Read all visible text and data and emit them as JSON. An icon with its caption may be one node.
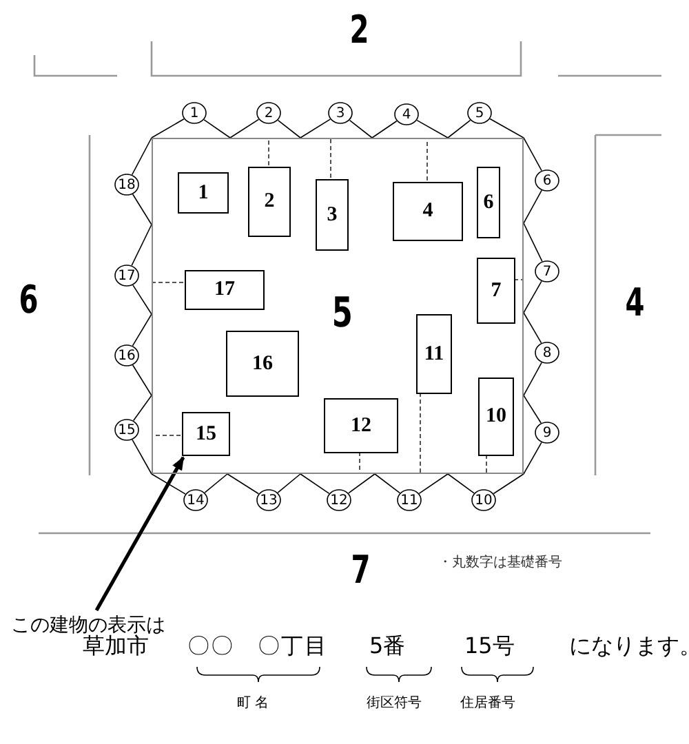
{
  "diagram": {
    "nodes": [
      {
        "text": [
          "5"
        ]
      },
      {
        "text": [
          "1"
        ],
        "in": 0
      },
      {
        "text": [
          "2"
        ],
        "in": 0
      },
      {
        "text": [
          "3"
        ],
        "in": 0
      },
      {
        "text": [
          "4"
        ],
        "in": 0
      },
      {
        "text": [
          "6"
        ],
        "in": 0
      },
      {
        "text": [
          "17"
        ],
        "in": 0
      },
      {
        "text": [
          "7"
        ],
        "in": 0
      },
      {
        "text": [
          "16"
        ],
        "in": 0
      },
      {
        "text": [
          "11"
        ],
        "in": 0
      },
      {
        "text": [
          "15"
        ],
        "in": 0
      },
      {
        "text": [
          "12"
        ],
        "in": 0
      },
      {
        "text": [
          "10"
        ],
        "in": 0
      },
      {
        "text": [
          "1"
        ]
      },
      {
        "text": [
          "2"
        ]
      },
      {
        "text": [
          "3"
        ]
      },
      {
        "text": [
          "4"
        ]
      },
      {
        "text": [
          "5"
        ]
      },
      {
        "text": [
          "6"
        ]
      },
      {
        "text": [
          "7"
        ]
      },
      {
        "text": [
          "8"
        ]
      },
      {
        "text": [
          "9"
        ]
      },
      {
        "text": [
          "10"
        ]
      },
      {
        "text": [
          "11"
        ]
      },
      {
        "text": [
          "12"
        ]
      },
      {
        "text": [
          "13"
        ]
      },
      {
        "text": [
          "14"
        ]
      },
      {
        "text": [
          "15"
        ]
      },
      {
        "text": [
          "16"
        ]
      },
      {
        "text": [
          "17"
        ]
      },
      {
        "text": [
          "18"
        ]
      },
      {
        "text": [
          "この建物の表示は"
        ]
      }
    ],
    "edges": [
      {
        "from": 13,
        "to": 0,
        "arrow": "none"
      },
      {
        "from": 13,
        "to": 0,
        "arrow": "none"
      },
      {
        "from": 14,
        "to": 0,
        "arrow": "none"
      },
      {
        "from": 14,
        "to": 0,
        "arrow": "none"
      },
      {
        "from": 15,
        "to": 0,
        "arrow": "none"
      },
      {
        "from": 15,
        "to": 0,
        "arrow": "none"
      },
      {
        "from": 16,
        "to": 0,
        "arrow": "none"
      },
      {
        "from": 16,
        "to": 0,
        "arrow": "none"
      },
      {
        "from": 17,
        "to": 0,
        "arrow": "none"
      },
      {
        "from": 17,
        "to": 0,
        "arrow": "none"
      },
      {
        "from": 18,
        "to": 0,
        "arrow": "none"
      },
      {
        "from": 18,
        "to": 0,
        "arrow": "none"
      },
      {
        "from": 19,
        "to": 0,
        "arrow": "none"
      },
      {
        "from": 19,
        "to": 0,
        "arrow": "none"
      },
      {
        "from": 20,
        "to": 0,
        "arrow": "none"
      },
      {
        "from": 20,
        "to": 0,
        "arrow": "none"
      },
      {
        "from": 21,
        "to": 0,
        "arrow": "none"
      },
      {
        "from": 21,
        "to": 0,
        "arrow": "none"
      },
      {
        "from": 22,
        "to": 0,
        "arrow": "none"
      },
      {
        "from": 22,
        "to": 0,
        "arrow": "none"
      },
      {
        "from": 23,
        "to": 0,
        "arrow": "none"
      },
      {
        "from": 23,
        "to": 0,
        "arrow": "none"
      },
      {
        "from": 24,
        "to": 0,
        "arrow": "none"
      },
      {
        "from": 24,
        "to": 0,
        "arrow": "none"
      },
      {
        "from": 25,
        "to": 0,
        "arrow": "none"
      },
      {
        "from": 25,
        "to": 0,
        "arrow": "none"
      },
      {
        "from": 26,
        "to": 0,
        "arrow": "none"
      },
      {
        "from": 26,
        "to": 0,
        "arrow": "none"
      },
      {
        "from": 27,
        "to": 0,
        "arrow": "none"
      },
      {
        "from": 27,
        "to": 0,
        "arrow": "none"
      },
      {
        "from": 28,
        "to": 0,
        "arrow": "none"
      },
      {
        "from": 28,
        "to": 0,
        "arrow": "none"
      },
      {
        "from": 29,
        "to": 0,
        "arrow": "none"
      },
      {
        "from": 29,
        "to": 0,
        "arrow": "none"
      },
      {
        "from": 30,
        "to": 0,
        "arrow": "none"
      },
      {
        "from": 30,
        "to": 0,
        "arrow": "none"
      },
      {
        "from": 2,
        "to": 0,
        "arrow": "none",
        "style": "dashed"
      },
      {
        "from": 3,
        "to": 0,
        "arrow": "none",
        "style": "dashed"
      },
      {
        "from": 4,
        "to": 0,
        "arrow": "none",
        "style": "dashed"
      },
      {
        "from": 6,
        "to": 0,
        "arrow": "none",
        "style": "dashed"
      },
      {
        "from": 7,
        "to": 0,
        "arrow": "none",
        "style": "dashed"
      },
      {
        "from": 10,
        "to": 0,
        "arrow": "none",
        "style": "dashed"
      },
      {
        "from": 11,
        "to": 0,
        "arrow": "none",
        "style": "dashed"
      },
      {
        "from": 9,
        "to": 0,
        "arrow": "none",
        "style": "dashed"
      },
      {
        "from": 12,
        "to": 0,
        "arrow": "none",
        "style": "dashed"
      },
      {
        "from": 31,
        "to": 10,
        "arrow": "to",
        "style": "thick"
      }
    ],
    "labels": [
      "2",
      "6",
      "4",
      "7",
      "・丸数字は基礎番号",
      "草加市",
      "〇〇　〇丁目",
      "5番",
      "15号",
      "になります。",
      "町 名",
      "街区符号",
      "住居番号"
    ]
  }
}
